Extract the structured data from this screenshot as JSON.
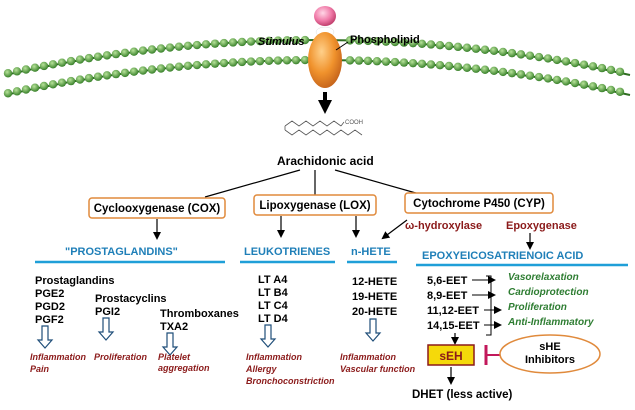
{
  "membrane": {
    "stimulus": "Stimulus",
    "phospholipid": "Phospholipid"
  },
  "molecule": {
    "cooh": "COOH",
    "name": "Arachidonic acid"
  },
  "enzymes": {
    "cox": "Cyclooxygenase (COX)",
    "lox": "Lipoxygenase (LOX)",
    "cyp": "Cytochrome P450 (CYP)",
    "omega": "ω-hydroxylase",
    "epox": "Epoxygenase"
  },
  "headers": {
    "prostaglandins": "\"PROSTAGLANDINS\"",
    "leukotrienes": "LEUKOTRIENES",
    "nhete": "n-HETE",
    "eet": "EPOXYEICOSATRIENOIC ACID"
  },
  "cox_products": {
    "prostaglandins_title": "Prostaglandins",
    "prostaglandins": [
      "PGE2",
      "PGD2",
      "PGF2"
    ],
    "prostacyclins_title": "Prostacyclins",
    "prostacyclins": [
      "PGI2"
    ],
    "thromboxanes_title": "Thromboxanes",
    "thromboxanes": [
      "TXA2"
    ]
  },
  "lox_products": [
    "LT A4",
    "LT B4",
    "LT C4",
    "LT D4"
  ],
  "hete_products": [
    "12-HETE",
    "19-HETE",
    "20-HETE"
  ],
  "eet_products": [
    "5,6-EET",
    "8,9-EET",
    "11,12-EET",
    "14,15-EET"
  ],
  "eet_effects": [
    "Vasorelaxation",
    "Cardioprotection",
    "Proliferation",
    "Anti-Inflammatory"
  ],
  "effects": {
    "prostaglandins": [
      "Inflammation",
      "Pain"
    ],
    "prostacyclins": [
      "Proliferation"
    ],
    "thromboxanes": [
      "Platelet",
      "aggregation"
    ],
    "leukotrienes": [
      "Inflammation",
      "Allergy",
      "Bronchoconstriction"
    ],
    "hete": [
      "Inflammation",
      "Vascular function"
    ]
  },
  "seh": {
    "label": "sEH",
    "inhibitors_line1": "sHE",
    "inhibitors_line2": "Inhibitors"
  },
  "dhet": "DHET (less active)",
  "colors": {
    "membrane_green": "#3a8a2c",
    "box_border": "#e08a3c",
    "header_blue": "#1f7fb8",
    "effect_red": "#8b1a1a",
    "eet_green": "#2e7d32",
    "seh_yellow": "#f5d90a",
    "phospholipid_orange": "#f0922c",
    "head_pink": "#e86a9a"
  }
}
